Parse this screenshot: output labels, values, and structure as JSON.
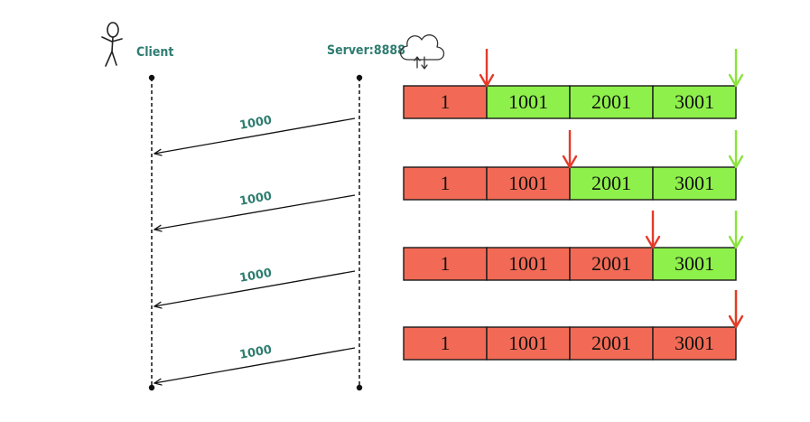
{
  "colors": {
    "sent": "#f26a55",
    "unsent": "#8ef04a",
    "label": "#2e7d70",
    "red_arrow": "#e53a2a",
    "green_arrow": "#8ae33d"
  },
  "client": {
    "label": "Client",
    "icon": "stick-figure-icon"
  },
  "server": {
    "label": "Server:8888",
    "icon": "cloud-upload-download-icon"
  },
  "messages": [
    {
      "label": "1000"
    },
    {
      "label": "1000"
    },
    {
      "label": "1000"
    },
    {
      "label": "1000"
    }
  ],
  "windows": [
    {
      "cells": [
        {
          "text": "1",
          "state": "sent"
        },
        {
          "text": "1001",
          "state": "unsent"
        },
        {
          "text": "2001",
          "state": "unsent"
        },
        {
          "text": "3001",
          "state": "unsent"
        }
      ],
      "red_pointer_after_cell": 1
    },
    {
      "cells": [
        {
          "text": "1",
          "state": "sent"
        },
        {
          "text": "1001",
          "state": "sent"
        },
        {
          "text": "2001",
          "state": "unsent"
        },
        {
          "text": "3001",
          "state": "unsent"
        }
      ],
      "red_pointer_after_cell": 2
    },
    {
      "cells": [
        {
          "text": "1",
          "state": "sent"
        },
        {
          "text": "1001",
          "state": "sent"
        },
        {
          "text": "2001",
          "state": "sent"
        },
        {
          "text": "3001",
          "state": "unsent"
        }
      ],
      "red_pointer_after_cell": 3
    },
    {
      "cells": [
        {
          "text": "1",
          "state": "sent"
        },
        {
          "text": "1001",
          "state": "sent"
        },
        {
          "text": "2001",
          "state": "sent"
        },
        {
          "text": "3001",
          "state": "sent"
        }
      ],
      "red_pointer_after_cell": 4
    }
  ]
}
